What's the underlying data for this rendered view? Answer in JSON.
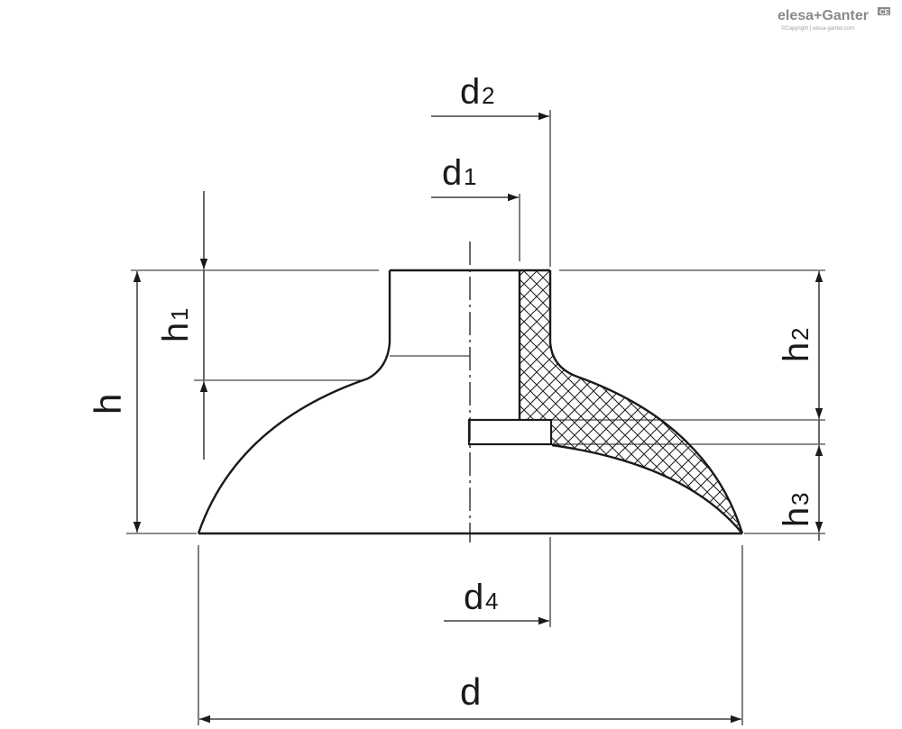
{
  "logo": {
    "brand": "elesa+Ganter",
    "copyright": "©Copyright | elesa-ganter.com",
    "badge": "CE"
  },
  "dimensions": {
    "d": "d",
    "d1": "d",
    "d1_sub": "1",
    "d2": "d",
    "d2_sub": "2",
    "d4": "d",
    "d4_sub": "4",
    "h": "h",
    "h1": "h",
    "h1_sub": "1",
    "h2": "h",
    "h2_sub": "2",
    "h3": "h",
    "h3_sub": "3"
  },
  "colors": {
    "line": "#1a1a1a",
    "logo": "#8a8a8a"
  }
}
